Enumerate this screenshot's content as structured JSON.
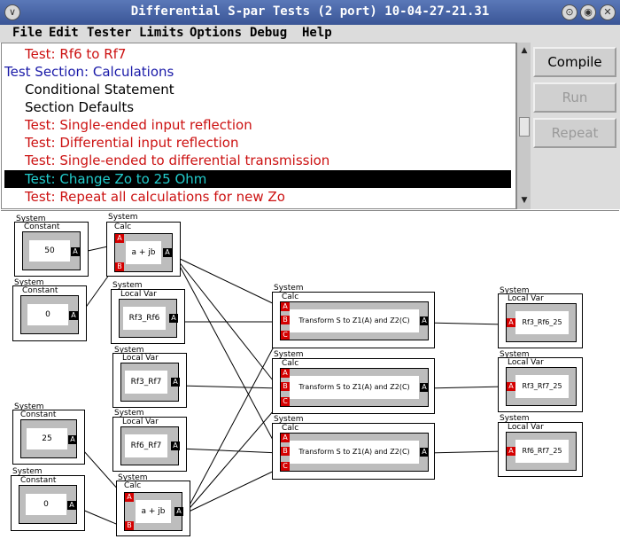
{
  "window": {
    "title": "Differential S-par Tests (2 port) 10-04-27-21.31",
    "menu_glyph": "∨",
    "min_glyph": "⊙",
    "max_glyph": "◉",
    "close_glyph": "✕"
  },
  "menubar": [
    {
      "label": "File"
    },
    {
      "label": "Edit"
    },
    {
      "label": "Tester"
    },
    {
      "label": "Limits"
    },
    {
      "label": "Options"
    },
    {
      "label": "Debug"
    },
    {
      "label": "Help"
    }
  ],
  "test_list": [
    {
      "label": "Test: Rf6 to Rf7",
      "style": "red"
    },
    {
      "label": "Test Section: Calculations",
      "style": "blue"
    },
    {
      "label": "Conditional Statement",
      "style": "black"
    },
    {
      "label": "Section Defaults",
      "style": "black"
    },
    {
      "label": "Test: Single-ended input reflection",
      "style": "red"
    },
    {
      "label": "Test: Differential input reflection",
      "style": "red"
    },
    {
      "label": "Test: Single-ended to differential transmission",
      "style": "red"
    },
    {
      "label": "Test: Change Zo to 25 Ohm",
      "style": "sel"
    },
    {
      "label": "Test: Repeat all calculations for new Zo",
      "style": "red"
    }
  ],
  "scrollbar": {
    "up_glyph": "▲",
    "down_glyph": "▼"
  },
  "buttons": {
    "compile": "Compile",
    "run": "Run",
    "repeat": "Repeat"
  },
  "diagram": {
    "system_label": "System",
    "constant_label": "Constant",
    "calc_label": "Calc",
    "localvar_label": "Local Var",
    "port_a": "A",
    "port_b": "B",
    "port_c": "C",
    "constants": [
      "50",
      "0",
      "25",
      "0"
    ],
    "calc_ops": [
      "a + jb",
      "a + jb"
    ],
    "transform_label": "Transform S to Z1(A) and Z2(C)",
    "local_vars_in": [
      "Rf3_Rf6",
      "Rf3_Rf7",
      "Rf6_Rf7"
    ],
    "local_vars_out": [
      "Rf3_Rf6_25",
      "Rf3_Rf7_25",
      "Rf6_Rf7_25"
    ]
  }
}
